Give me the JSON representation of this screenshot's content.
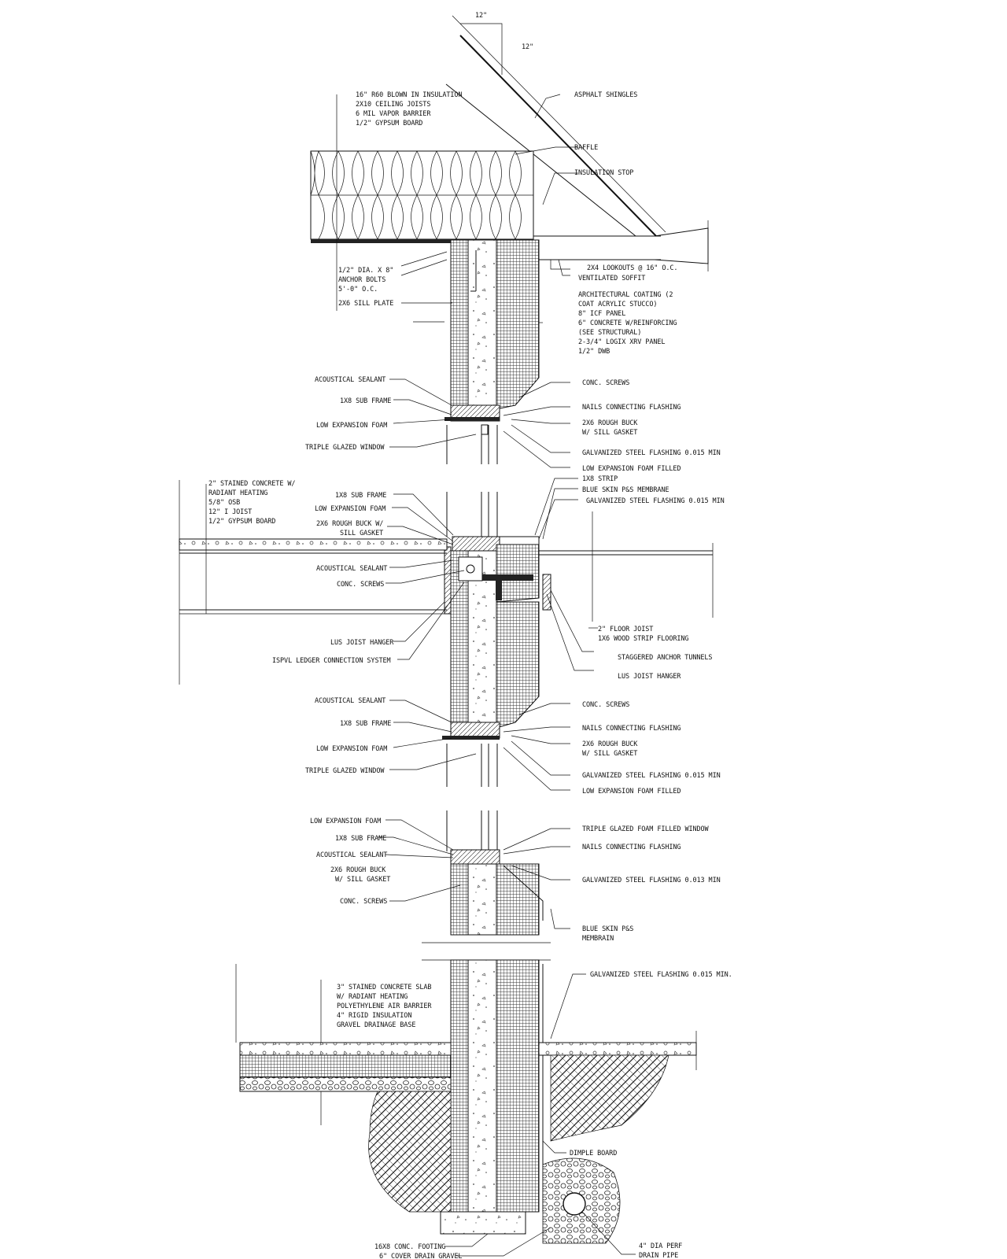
{
  "pitch": {
    "run": "12\"",
    "rise": "12\""
  },
  "roof": {
    "left_stack": [
      "16\" R60 BLOWN IN INSULATION",
      "2X10 CEILING JOISTS",
      "6 MIL VAPOR BARRIER",
      "1/2\" GYPSUM BOARD"
    ],
    "asphalt_shingles": "ASPHALT SHINGLES",
    "baffle": "BAFFLE",
    "insulation_stop": "INSULATION STOP",
    "anchor_bolts": [
      "1/2\" DIA. X 8\"",
      "ANCHOR BOLTS",
      "5'-0\" O.C."
    ],
    "sill_plate": "2X6 SILL PLATE",
    "lookouts": "2X4 LOOKOUTS @ 16\" O.C.",
    "soffit": "VENTILATED SOFFIT",
    "wall_stack": [
      "ARCHITECTURAL COATING (2",
      "COAT ACRYLIC STUCCO)",
      "8\" ICF PANEL",
      "6\" CONCRETE W/REINFORCING",
      "(SEE STRUCTURAL)",
      "2-3/4\" LOGIX XRV PANEL",
      "1/2\" DWB"
    ]
  },
  "window1": {
    "acoustical_sealant": "ACOUSTICAL SEALANT",
    "sub_frame": "1X8 SUB FRAME",
    "foam": "LOW EXPANSION FOAM",
    "window": "TRIPLE GLAZED WINDOW",
    "screws": "CONC. SCREWS",
    "nails": "NAILS CONNECTING FLASHING",
    "buck": [
      "2X6 ROUGH BUCK",
      "W/ SILL GASKET"
    ],
    "flashing": "GALVANIZED STEEL FLASHING 0.015 MIN",
    "foam_filled": "LOW EXPANSION FOAM FILLED"
  },
  "floor": {
    "left_stack": [
      "2\" STAINED CONCRETE W/",
      "RADIANT HEATING",
      "5/8\" OSB",
      "12\" I JOIST",
      "1/2\" GYPSUM BOARD"
    ],
    "strip": "1X8 STRIP",
    "membrane": "BLUE SKIN P&S MEMBRANE",
    "flashing": "GALVANIZED STEEL FLASHING 0.015 MIN",
    "sub_frame": "1X8 SUB FRAME",
    "foam": "LOW EXPANSION FOAM",
    "buck": [
      "2X6 ROUGH BUCK W/",
      "SILL GASKET"
    ],
    "acoustical_sealant": "ACOUSTICAL SEALANT",
    "screws": "CONC. SCREWS",
    "floor_joist": "2\" FLOOR JOIST",
    "wood_flooring": "1X6 WOOD STRIP FLOORING",
    "lus_joist_hanger_left": "LUS JOIST HANGER",
    "ledger": "ISPVL LEDGER CONNECTION SYSTEM",
    "anchor_tunnels": "STAGGERED ANCHOR TUNNELS",
    "lus_joist_hanger_right": "LUS JOIST HANGER"
  },
  "window2": {
    "acoustical_sealant": "ACOUSTICAL SEALANT",
    "sub_frame": "1X8 SUB FRAME",
    "foam": "LOW EXPANSION FOAM",
    "window": "TRIPLE GLAZED WINDOW",
    "screws": "CONC. SCREWS",
    "nails": "NAILS CONNECTING FLASHING",
    "buck": [
      "2X6 ROUGH BUCK",
      "W/ SILL GASKET"
    ],
    "flashing": "GALVANIZED STEEL FLASHING 0.015 MIN",
    "foam_filled": "LOW EXPANSION FOAM FILLED"
  },
  "window3": {
    "foam": "LOW EXPANSION FOAM",
    "sub_frame": "1X8 SUB FRAME",
    "acoustical_sealant": "ACOUSTICAL SEALANT",
    "buck": [
      "2X6 ROUGH BUCK",
      "W/ SILL GASKET"
    ],
    "screws": "CONC. SCREWS",
    "window": "TRIPLE GLAZED FOAM FILLED WINDOW",
    "nails": "NAILS CONNECTING FLASHING",
    "flashing": "GALVANIZED STEEL FLASHING 0.013 MIN",
    "membrane": [
      "BLUE SKIN P&S",
      "MEMBRAIN"
    ]
  },
  "foundation": {
    "left_stack": [
      "3\" STAINED CONCRETE SLAB",
      "W/ RADIANT HEATING",
      "POLYETHYLENE AIR BARRIER",
      "4\" RIGID INSULATION",
      "GRAVEL DRAINAGE BASE"
    ],
    "flashing": "GALVANIZED STEEL FLASHING 0.015 MIN.",
    "dimple_board": "DIMPLE BOARD",
    "footing": "16X8 CONC. FOOTING",
    "cover_gravel": "6\" COVER DRAIN GRAVEL",
    "drain_pipe": [
      "4\" DIA PERF",
      "DRAIN PIPE"
    ]
  }
}
